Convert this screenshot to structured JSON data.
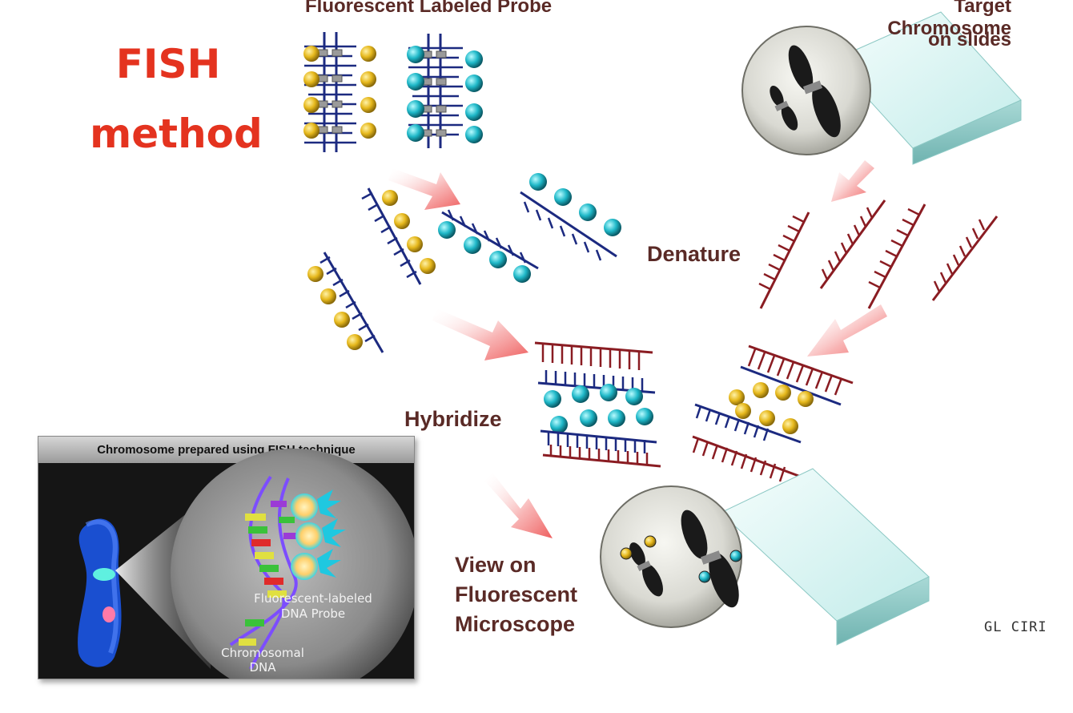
{
  "title": {
    "line1": "FISH",
    "line2": "method"
  },
  "labels": {
    "probe": "Fluorescent Labeled Probe",
    "target_line1": "Target Chromosome",
    "target_line2": "on slides",
    "denature": "Denature",
    "hybridize": "Hybridize",
    "view_line1": "View on",
    "view_line2": "Fluorescent",
    "view_line3": "Microscope"
  },
  "signature": "GL CIRI",
  "inset": {
    "header": "Chromosome prepared using FISH technique",
    "probe_label_line1": "Fluorescent-labeled",
    "probe_label_line2": "DNA Probe",
    "dna_label_line1": "Chromosomal",
    "dna_label_line2": "DNA"
  },
  "colors": {
    "title": "#e4331f",
    "label": "#5a2a26",
    "probe_strand": "#1c2a80",
    "target_strand": "#8a1c22",
    "yellow_label": "#e6b81c",
    "cyan_label": "#1fb8c8",
    "arrow": "#f07070"
  }
}
